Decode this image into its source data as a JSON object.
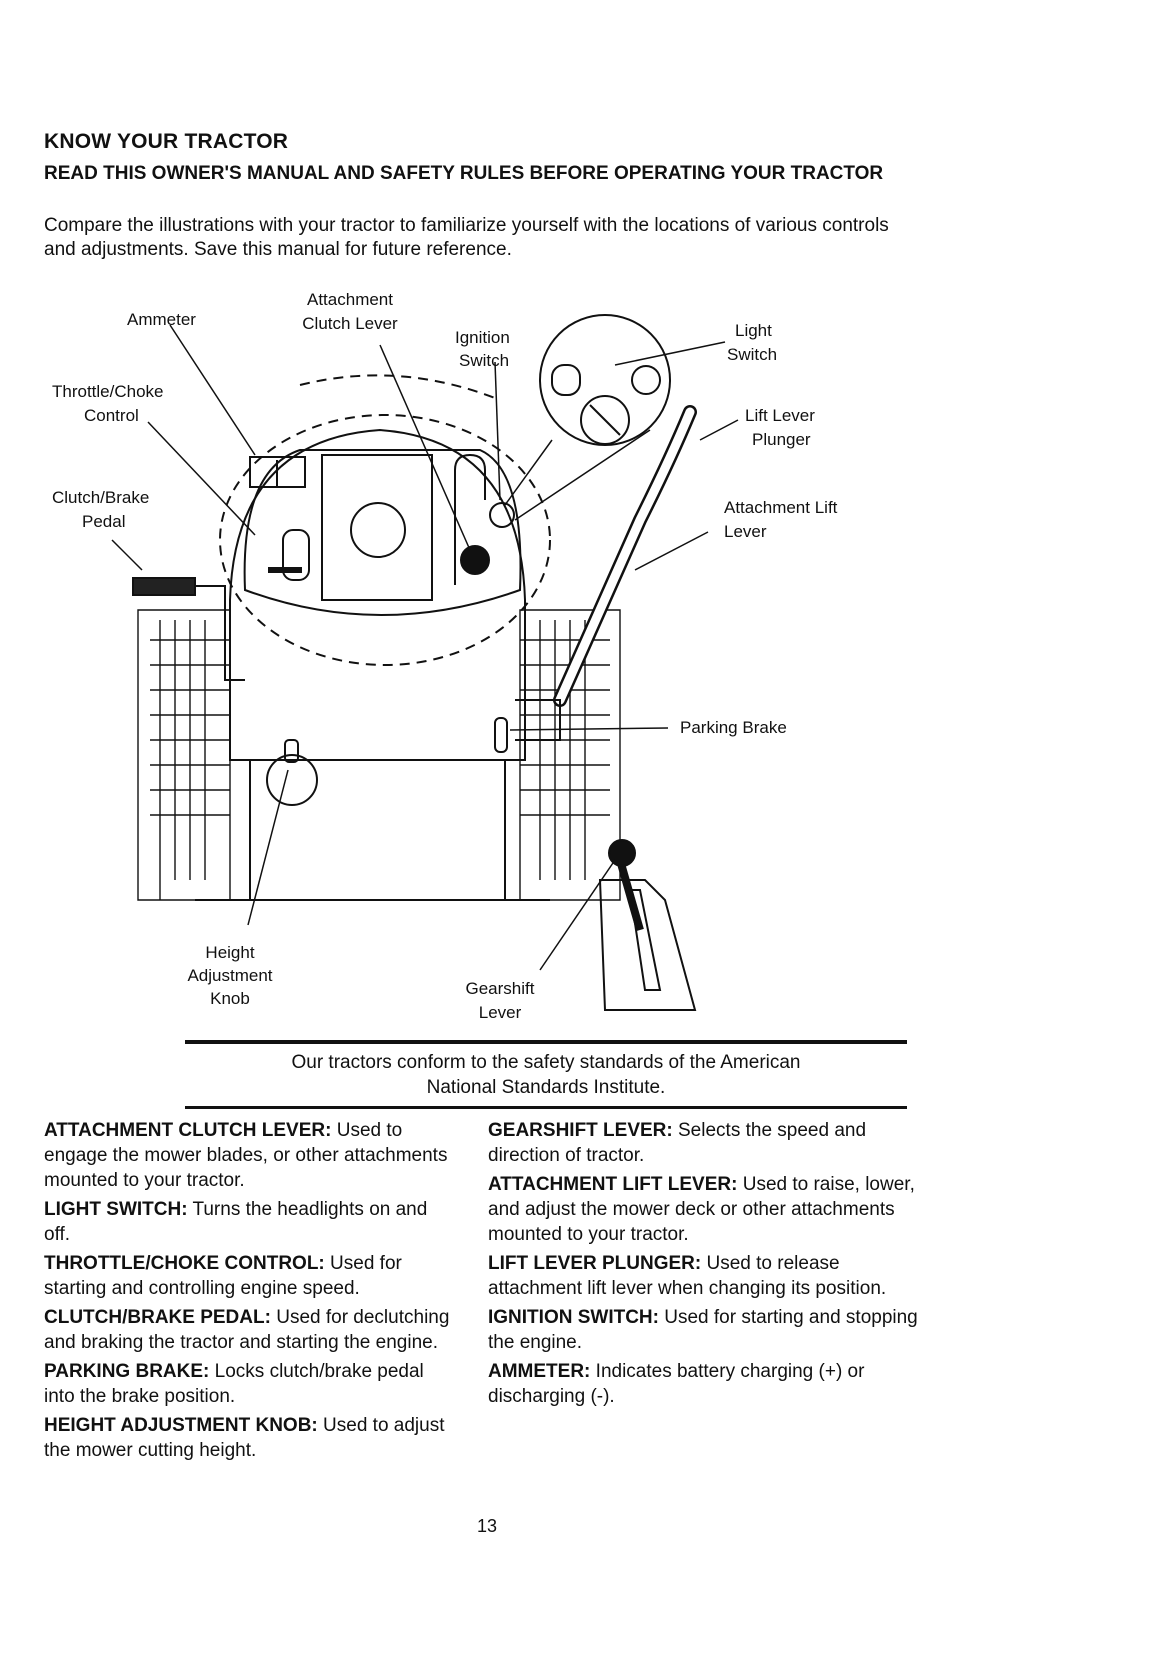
{
  "header": {
    "title": "KNOW YOUR TRACTOR",
    "subtitle": "READ THIS OWNER'S MANUAL AND SAFETY RULES BEFORE OPERATING YOUR TRACTOR",
    "intro": "Compare the illustrations with your tractor to familiarize yourself with the locations of various controls and adjustments. Save this manual for future reference."
  },
  "diagram": {
    "labels": {
      "ammeter": "Ammeter",
      "attachment_clutch_1": "Attachment",
      "attachment_clutch_2": "Clutch Lever",
      "ignition_1": "Ignition",
      "ignition_2": "Switch",
      "light_1": "Light",
      "light_2": "Switch",
      "throttle_1": "Throttle/Choke",
      "throttle_2": "Control",
      "lift_plunger_1": "Lift Lever",
      "lift_plunger_2": "Plunger",
      "clutch_brake_1": "Clutch/Brake",
      "clutch_brake_2": "Pedal",
      "attachment_lift_1": "Attachment Lift",
      "attachment_lift_2": "Lever",
      "parking_brake": "Parking Brake",
      "height_1": "Height",
      "height_2": "Adjustment",
      "height_3": "Knob",
      "gearshift_1": "Gearshift",
      "gearshift_2": "Lever"
    }
  },
  "notice": {
    "line1": "Our tractors conform to the safety standards of the American",
    "line2": "National Standards Institute."
  },
  "descriptions": {
    "left": [
      {
        "term": "ATTACHMENT CLUTCH LEVER:",
        "text": " Used to engage the mower blades, or other attachments mounted to your tractor."
      },
      {
        "term": "LIGHT SWITCH:",
        "text": " Turns the headlights on and off."
      },
      {
        "term": "THROTTLE/CHOKE CONTROL:",
        "text": " Used for starting and controlling engine speed."
      },
      {
        "term": "CLUTCH/BRAKE PEDAL:",
        "text": " Used for declutching and braking the tractor and starting the engine."
      },
      {
        "term": "PARKING BRAKE:",
        "text": " Locks clutch/brake pedal into the brake position."
      },
      {
        "term": "HEIGHT ADJUSTMENT KNOB:",
        "text": " Used to adjust the mower cutting height."
      }
    ],
    "right": [
      {
        "term": "GEARSHIFT LEVER:",
        "text": " Selects the speed and direction of tractor."
      },
      {
        "term": "ATTACHMENT LIFT LEVER:",
        "text": " Used to raise, lower, and adjust the mower deck or other attachments mounted to your tractor."
      },
      {
        "term": "LIFT LEVER PLUNGER:",
        "text": " Used to release attachment lift lever when changing its position."
      },
      {
        "term": "IGNITION SWITCH:",
        "text": " Used for starting and stopping the engine."
      },
      {
        "term": "AMMETER:",
        "text": " Indicates battery charging (+) or discharging (-)."
      }
    ]
  },
  "page_number": "13"
}
